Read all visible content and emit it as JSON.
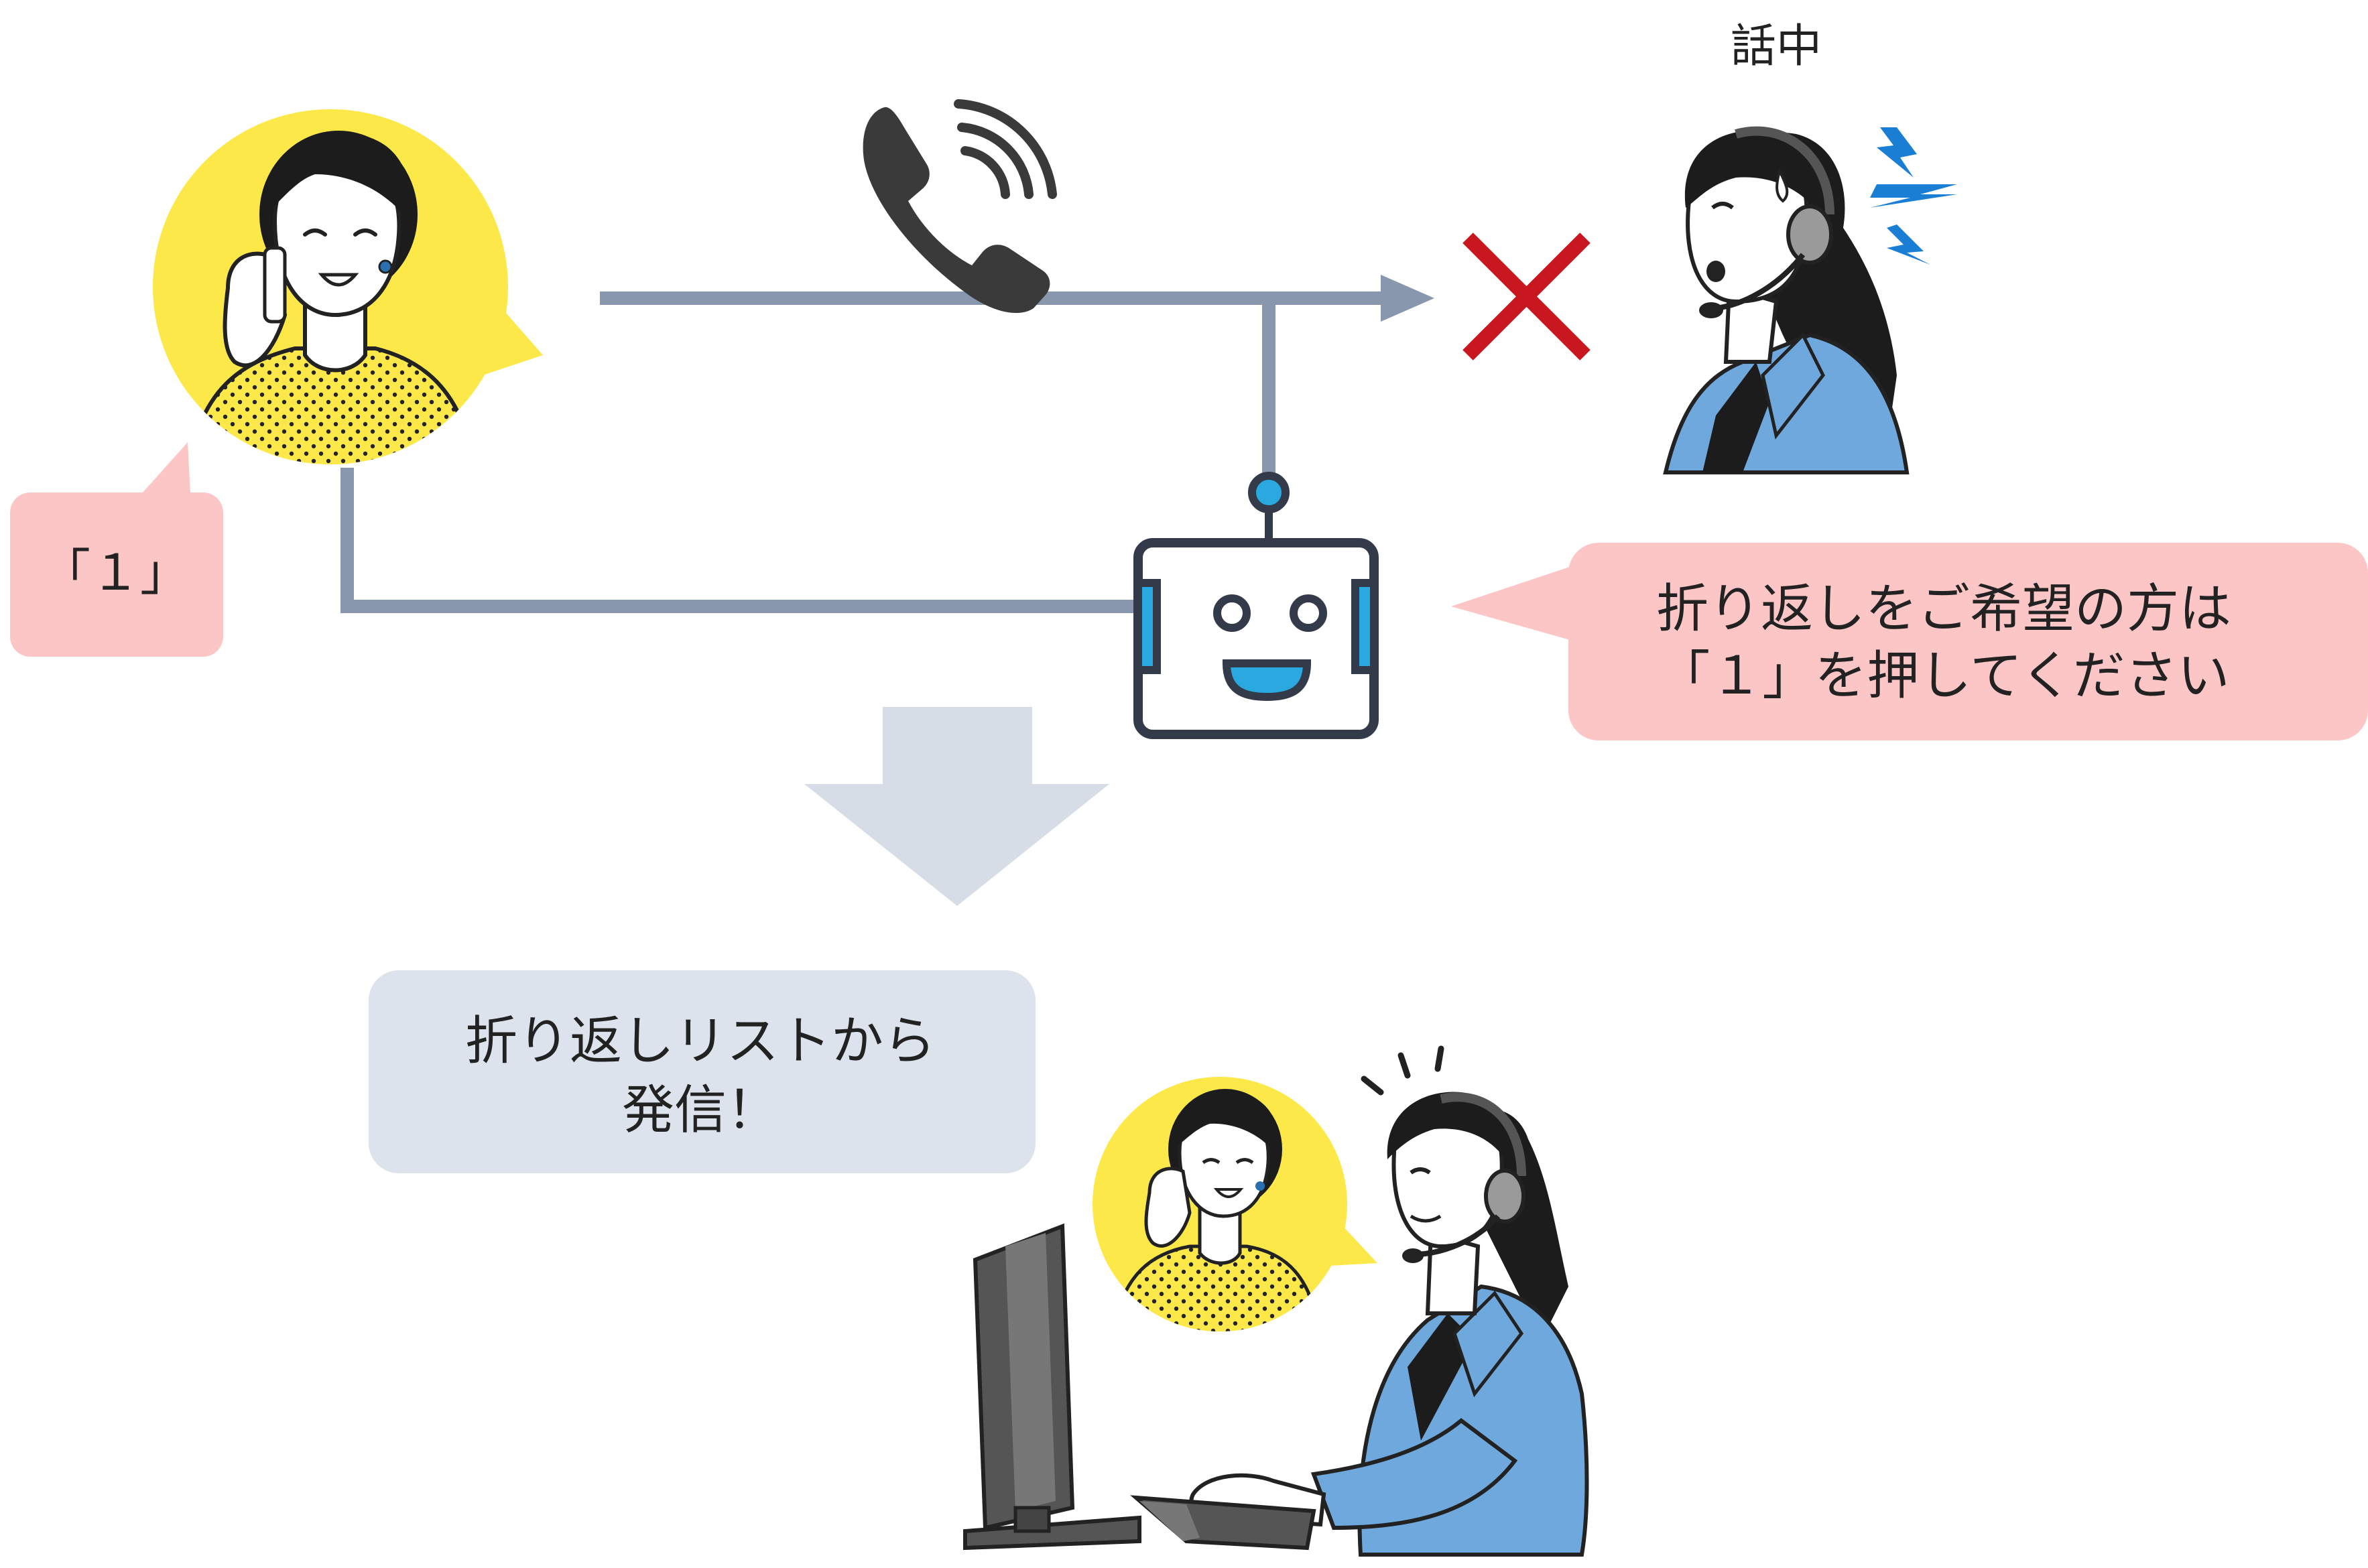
{
  "busy_label": "話中",
  "caller_reply": "「１」",
  "ivr_prompt": {
    "line1": "折り返しをご希望の方は",
    "line2": "「１」を押してください"
  },
  "callback_note": {
    "line1": "折り返しリストから",
    "line2": "発信！"
  },
  "colors": {
    "flow_line": "#8897ad",
    "caller_bubble": "#fde84a",
    "pink_bubble": "#fcc6c6",
    "gray_bubble": "#dde3ec",
    "big_arrow": "#d6dde6",
    "reject_x": "#c8171e",
    "robot_accent": "#2aa8e0",
    "operator_jacket": "#6fa8dc",
    "stress_marks": "#1a7fd4"
  },
  "icons": {
    "phone": "phone-ringing-icon",
    "reject": "red-x-icon",
    "robot": "ivr-robot-icon"
  }
}
